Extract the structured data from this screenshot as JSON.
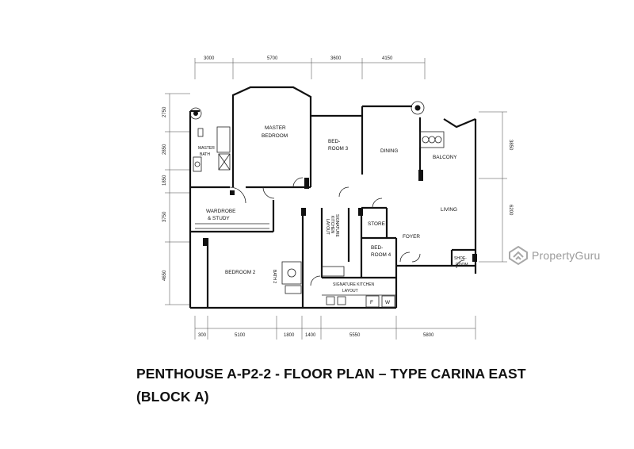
{
  "dimensions": {
    "top": [
      "3000",
      "5700",
      "3600",
      "4150"
    ],
    "bottom": [
      "300",
      "5100",
      "1800",
      "1400",
      "5550",
      "5800"
    ],
    "left": [
      "2750",
      "2850",
      "1850",
      "3750",
      "4650"
    ],
    "right": [
      "3850",
      "6200"
    ]
  },
  "rooms": {
    "master_bedroom": [
      "MASTER",
      "BEDROOM"
    ],
    "master_bath": [
      "MASTER",
      "BATH"
    ],
    "bedroom3": [
      "BED-",
      "ROOM 3"
    ],
    "dining": "DINING",
    "balcony": "BALCONY",
    "living": "LIVING",
    "wardrobe": [
      "WARDROBE",
      "& STUDY"
    ],
    "signature_kitchen_vertical": [
      "SIGNATURE",
      "KITCHEN",
      "LAYOUT"
    ],
    "store": "STORE",
    "foyer": "FOYER",
    "bedroom4": [
      "BED-",
      "ROOM 4"
    ],
    "shoe_room": [
      "SHOE-",
      "ROOM"
    ],
    "bedroom2": "BEDROOM 2",
    "bath2": "BATH 2",
    "signature_kitchen_bottom": [
      "SIGNATURE KITCHEN",
      "LAYOUT"
    ],
    "fridge": "F",
    "washer": "W"
  },
  "caption": {
    "line1": "PENTHOUSE A-P2-2 - FLOOR PLAN – TYPE CARINA EAST",
    "line2": "(BLOCK A)"
  },
  "watermark": {
    "text": "PropertyGuru",
    "icon": "propertyguru-logo-icon"
  }
}
